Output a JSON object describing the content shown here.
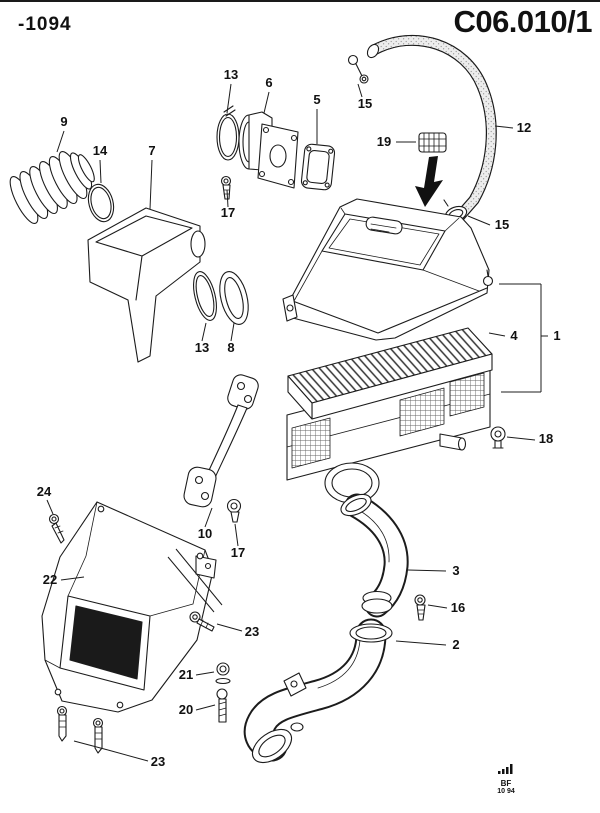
{
  "page": {
    "ref_code": "-1094",
    "diagram_code": "C06.010/1"
  },
  "footer": {
    "brand": "BF",
    "date_code": "10 94"
  },
  "callouts": [
    {
      "label": "13"
    },
    {
      "label": "6"
    },
    {
      "label": "5"
    },
    {
      "label": "15"
    },
    {
      "label": "12"
    },
    {
      "label": "19"
    },
    {
      "label": "9"
    },
    {
      "label": "14"
    },
    {
      "label": "7"
    },
    {
      "label": "17"
    },
    {
      "label": "15"
    },
    {
      "label": "4"
    },
    {
      "label": "1"
    },
    {
      "label": "13"
    },
    {
      "label": "8"
    },
    {
      "label": "18"
    },
    {
      "label": "24"
    },
    {
      "label": "10"
    },
    {
      "label": "17"
    },
    {
      "label": "22"
    },
    {
      "label": "3"
    },
    {
      "label": "16"
    },
    {
      "label": "23"
    },
    {
      "label": "2"
    },
    {
      "label": "21"
    },
    {
      "label": "20"
    },
    {
      "label": "23"
    }
  ]
}
